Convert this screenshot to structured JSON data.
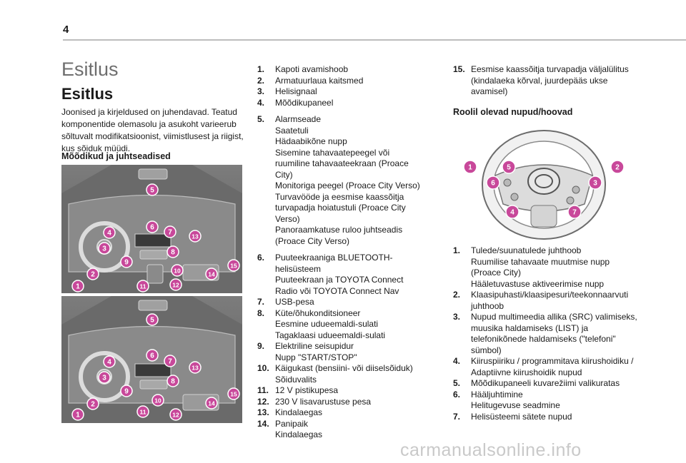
{
  "page": {
    "number": "4"
  },
  "chapter_title": "Esitlus",
  "section_title": "Esitlus",
  "intro_text": "Joonised ja kirjeldused on juhendavad. Teatud komponentide olemasolu ja asukoht varieerub sõltuvalt modifikatsioonist, viimistlusest ja riigist, kus sõiduk müüdi.",
  "dashboard_heading": "Mõõdikud ja juhtseadised",
  "callout_numbers": [
    "1",
    "2",
    "3",
    "4",
    "5",
    "6",
    "7",
    "8",
    "9",
    "10",
    "11",
    "12",
    "13",
    "14",
    "15"
  ],
  "callout_color": "#c8489a",
  "middle_items": [
    {
      "n": "1.",
      "t": "Kapoti avamishoob"
    },
    {
      "n": "2.",
      "t": "Armatuurlaua kaitsmed"
    },
    {
      "n": "3.",
      "t": "Helisignaal"
    },
    {
      "n": "4.",
      "t": "Mõõdikupaneel"
    },
    {
      "n": "5.",
      "t": "Alarmseade\nSaatetuli\nHädaabikõne nupp\nSisemine tahavaatepeegel või ruumiline tahavaateekraan (Proace City)\nMonitoriga peegel (Proace City Verso)\nTurvavööde ja eesmise kaassõitja turvapadja hoiatustuli (Proace City Verso)\nPanoraamkatuse ruloo juhtseadis (Proace City Verso)"
    },
    {
      "n": "6.",
      "t": "Puuteekraaniga BLUETOOTH-helisüsteem\nPuuteekraan ja TOYOTA Connect Radio või TOYOTA Connect Nav"
    },
    {
      "n": "7.",
      "t": "USB-pesa"
    },
    {
      "n": "8.",
      "t": "Küte/õhukonditsioneer\nEesmine udueemaldi-sulati\nTagaklaasi udueemaldi-sulati"
    },
    {
      "n": "9.",
      "t": "Elektriline seisupidur\nNupp \"START/STOP\""
    },
    {
      "n": "10.",
      "t": "Käigukast (bensiini- või diiselsõiduk)\nSõiduvalits"
    },
    {
      "n": "11.",
      "t": "12 V pistikupesa"
    },
    {
      "n": "12.",
      "t": "230 V lisavarustuse pesa"
    },
    {
      "n": "13.",
      "t": "Kindalaegas"
    },
    {
      "n": "14.",
      "t": "Panipaik\nKindalaegas"
    }
  ],
  "right_item_15": {
    "n": "15.",
    "t": "Eesmise kaassõitja turvapadja väljalülitus (kindalaeka kõrval, juurdepääs ukse avamisel)"
  },
  "wheel_heading": "Roolil olevad nupud/hoovad",
  "wheel_callouts": [
    "1",
    "2",
    "3",
    "4",
    "5",
    "6",
    "7"
  ],
  "wheel_items": [
    {
      "n": "1.",
      "t": "Tulede/suunatulede juhthoob\nRuumilise tahavaate muutmise nupp (Proace City)\nHääletuvastuse aktiveerimise nupp"
    },
    {
      "n": "2.",
      "t": "Klaasipuhasti/klaasipesuri/teekonnaarvuti juhthoob"
    },
    {
      "n": "3.",
      "t": "Nupud multimeedia allika (SRC) valimiseks, muusika haldamiseks (LIST) ja telefonikõnede haldamiseks (\"telefoni\" sümbol)"
    },
    {
      "n": "4.",
      "t": "Kiiruspiiriku / programmitava kiirushoidiku / Adaptiivne kiirushoidik nupud"
    },
    {
      "n": "5.",
      "t": "Mõõdikupaneeli kuvarežiimi valikuratas"
    },
    {
      "n": "6.",
      "t": "Hääljuhtimine\nHelitugevuse seadmine"
    },
    {
      "n": "7.",
      "t": "Helisüsteemi sätete nupud"
    }
  ],
  "watermark": "carmanualsonline.info"
}
